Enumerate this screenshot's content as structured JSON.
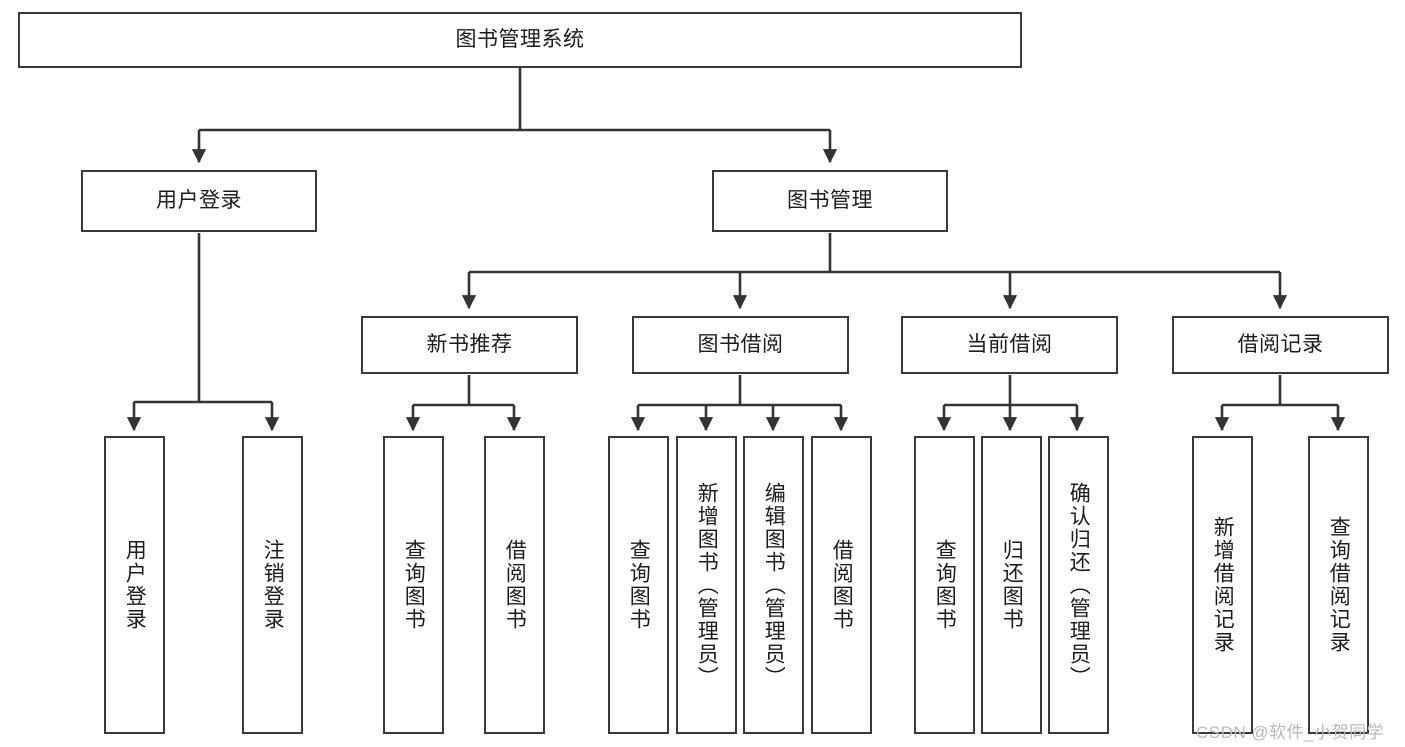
{
  "diagram": {
    "title": "图书管理系统",
    "watermark": "CSDN @软件_小贺同学",
    "colors": {
      "box_border": "#3a3a3a",
      "box_fill": "#ffffff",
      "edge": "#333333",
      "text": "#1c1c1c",
      "watermark": "#b9b9b9"
    },
    "levels": {
      "root": {
        "label": "图书管理系统"
      },
      "level2": [
        {
          "id": "user-login",
          "label": "用户登录"
        },
        {
          "id": "book-manage",
          "label": "图书管理"
        }
      ],
      "level3": [
        {
          "id": "new-book-recommend",
          "label": "新书推荐"
        },
        {
          "id": "book-borrow",
          "label": "图书借阅"
        },
        {
          "id": "current-borrow",
          "label": "当前借阅"
        },
        {
          "id": "borrow-record",
          "label": "借阅记录"
        }
      ],
      "leaves": {
        "user-login": [
          {
            "id": "leaf-user-login",
            "label": "用户登录"
          },
          {
            "id": "leaf-user-logout",
            "label": "注销登录"
          }
        ],
        "new-book-recommend": [
          {
            "id": "leaf-query-book-1",
            "label": "查询图书"
          },
          {
            "id": "leaf-borrow-book-1",
            "label": "借阅图书"
          }
        ],
        "book-borrow": [
          {
            "id": "leaf-query-book-2",
            "label": "查询图书"
          },
          {
            "id": "leaf-add-book",
            "label": "新增图书（管理员）"
          },
          {
            "id": "leaf-edit-book",
            "label": "编辑图书（管理员）"
          },
          {
            "id": "leaf-borrow-book-2",
            "label": "借阅图书"
          }
        ],
        "current-borrow": [
          {
            "id": "leaf-query-book-3",
            "label": "查询图书"
          },
          {
            "id": "leaf-return-book",
            "label": "归还图书"
          },
          {
            "id": "leaf-confirm-return",
            "label": "确认归还（管理员）"
          }
        ],
        "borrow-record": [
          {
            "id": "leaf-add-record",
            "label": "新增借阅记录"
          },
          {
            "id": "leaf-query-record",
            "label": "查询借阅记录"
          }
        ]
      }
    }
  }
}
